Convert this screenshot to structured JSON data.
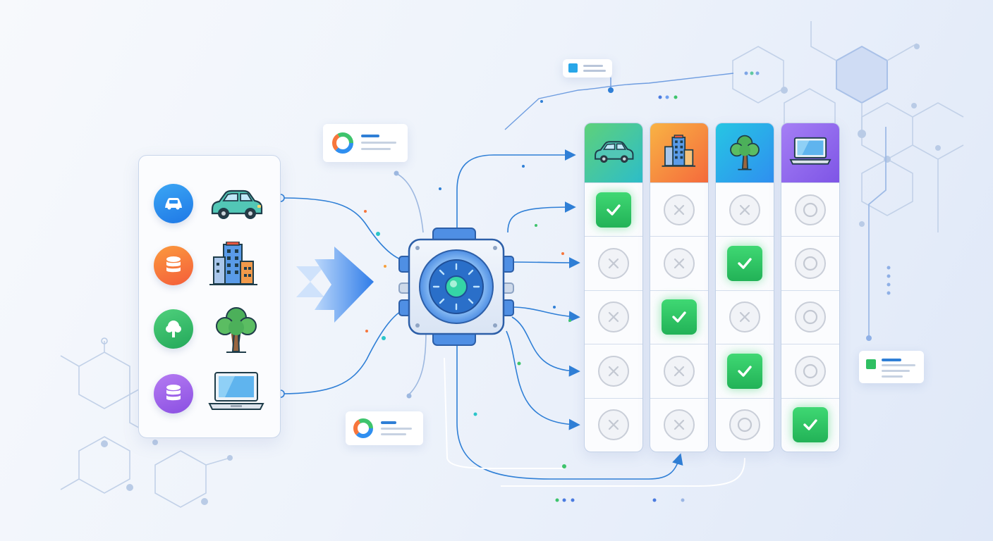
{
  "sources": [
    {
      "badge_icon": "car-icon",
      "object_icon": "car-icon",
      "badge_color": "#2a8ff0"
    },
    {
      "badge_icon": "database-icon",
      "object_icon": "building-icon",
      "badge_color": "#f7763c"
    },
    {
      "badge_icon": "tree-icon",
      "object_icon": "tree-icon",
      "badge_color": "#32c06a"
    },
    {
      "badge_icon": "database-icon",
      "object_icon": "laptop-icon",
      "badge_color": "#9a5fe6"
    }
  ],
  "classifier": {
    "icon": "processor-chip-icon"
  },
  "categories": [
    {
      "icon": "car-icon",
      "header_gradient": [
        "#5ed17a",
        "#2dbdc9"
      ]
    },
    {
      "icon": "building-icon",
      "header_gradient": [
        "#f8b344",
        "#f56a3c"
      ]
    },
    {
      "icon": "tree-icon",
      "header_gradient": [
        "#26c6e3",
        "#2f8ff0"
      ]
    },
    {
      "icon": "laptop-icon",
      "header_gradient": [
        "#a57ff5",
        "#7e55e6"
      ]
    }
  ],
  "grid": [
    [
      "check",
      "cross",
      "cross",
      "circle"
    ],
    [
      "cross",
      "cross",
      "check",
      "circle"
    ],
    [
      "cross",
      "check",
      "cross",
      "circle"
    ],
    [
      "cross",
      "cross",
      "check",
      "circle"
    ],
    [
      "cross",
      "cross",
      "circle",
      "check"
    ]
  ],
  "colors": {
    "accent": "#2f7fd6",
    "check": "#22b257",
    "neutral": "#c9ced8"
  }
}
